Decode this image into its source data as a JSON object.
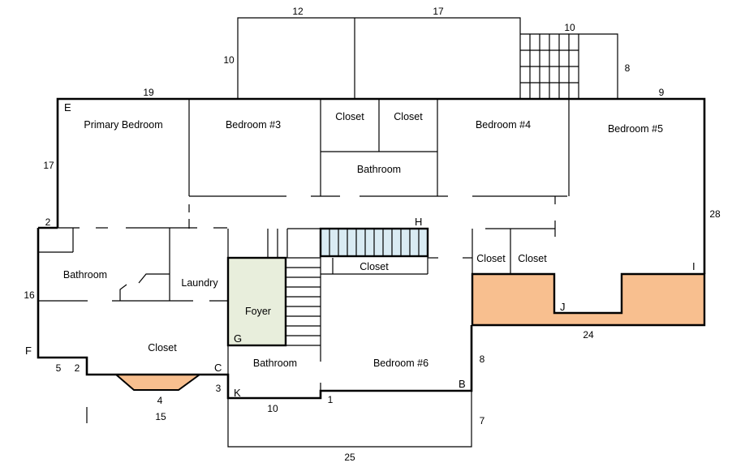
{
  "rooms": {
    "primary_bedroom": "Primary Bedroom",
    "bedroom3": "Bedroom #3",
    "closet_top1": "Closet",
    "closet_top2": "Closet",
    "bedroom4": "Bedroom #4",
    "bedroom5": "Bedroom #5",
    "bathroom_top": "Bathroom",
    "bathroom_left": "Bathroom",
    "laundry": "Laundry",
    "foyer": "Foyer",
    "closet_mid": "Closet",
    "closet_right1": "Closet",
    "closet_right2": "Closet",
    "closet_left": "Closet",
    "bathroom_bottom": "Bathroom",
    "bedroom6": "Bedroom #6"
  },
  "points": {
    "E": "E",
    "F": "F",
    "C": "C",
    "K": "K",
    "G": "G",
    "H": "H",
    "I": "I",
    "J": "J",
    "B": "B"
  },
  "dimensions": {
    "d12": "12",
    "d17top": "17",
    "d10top": "10",
    "d10right": "10",
    "d8top": "8",
    "d19": "19",
    "d9": "9",
    "d17left": "17",
    "d2": "2",
    "d28": "28",
    "d16": "16",
    "d5": "5",
    "d2b": "2",
    "d4": "4",
    "d15": "15",
    "d3": "3",
    "d10b": "10",
    "d1": "1",
    "d8right": "8",
    "d7": "7",
    "d25": "25",
    "d24": "24"
  },
  "colors": {
    "foyer_fill": "#e8eedc",
    "orange_fill": "#f8bf8f",
    "stair_fill": "#d9ebf3"
  }
}
